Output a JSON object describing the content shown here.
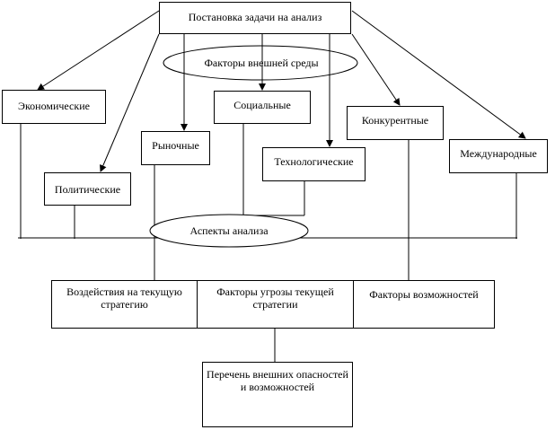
{
  "diagram": {
    "root": {
      "label": "Постановка задачи на анализ"
    },
    "factors_group": {
      "label": "Факторы внешней среды"
    },
    "factors": [
      {
        "id": "economic",
        "label": "Экономические"
      },
      {
        "id": "political",
        "label": "Политические"
      },
      {
        "id": "market",
        "label": "Рыночные"
      },
      {
        "id": "social",
        "label": "Социальные"
      },
      {
        "id": "technological",
        "label": "Технологические"
      },
      {
        "id": "competitive",
        "label": "Конкурентные"
      },
      {
        "id": "international",
        "label": "Международные"
      }
    ],
    "aspects_group": {
      "label": "Аспекты анализа"
    },
    "aspects": [
      {
        "id": "impact",
        "label": "Воздействия на текущую стратегию"
      },
      {
        "id": "threats",
        "label": "Факторы угрозы текущей стратегии"
      },
      {
        "id": "opportunities",
        "label": "Факторы возможностей"
      }
    ],
    "result": {
      "label": "Перечень внешних опасностей и возможностей"
    }
  }
}
